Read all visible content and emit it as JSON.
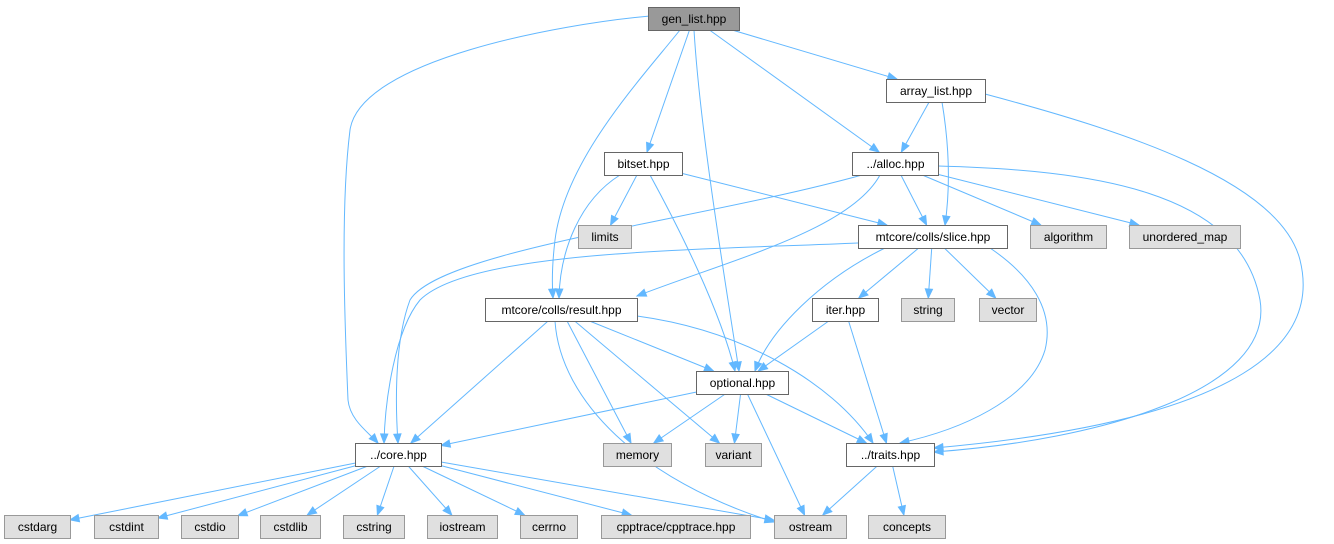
{
  "diagram": {
    "colors": {
      "edge": "#63b8ff",
      "root_fill": "#999999",
      "local_fill": "#ffffff",
      "system_fill": "#e0e0e0",
      "border": "#666666",
      "system_border": "#999999"
    },
    "nodes": [
      {
        "id": "gen_list",
        "label": "gen_list.hpp",
        "kind": "root"
      },
      {
        "id": "array_list",
        "label": "array_list.hpp",
        "kind": "local"
      },
      {
        "id": "bitset",
        "label": "bitset.hpp",
        "kind": "local"
      },
      {
        "id": "alloc",
        "label": "../alloc.hpp",
        "kind": "local"
      },
      {
        "id": "limits",
        "label": "limits",
        "kind": "system"
      },
      {
        "id": "slice",
        "label": "mtcore/colls/slice.hpp",
        "kind": "local"
      },
      {
        "id": "algorithm",
        "label": "algorithm",
        "kind": "system"
      },
      {
        "id": "unordered_map",
        "label": "unordered_map",
        "kind": "system"
      },
      {
        "id": "result",
        "label": "mtcore/colls/result.hpp",
        "kind": "local"
      },
      {
        "id": "iter",
        "label": "iter.hpp",
        "kind": "local"
      },
      {
        "id": "string",
        "label": "string",
        "kind": "system"
      },
      {
        "id": "vector",
        "label": "vector",
        "kind": "system"
      },
      {
        "id": "optional",
        "label": "optional.hpp",
        "kind": "local"
      },
      {
        "id": "core",
        "label": "../core.hpp",
        "kind": "local"
      },
      {
        "id": "memory",
        "label": "memory",
        "kind": "system"
      },
      {
        "id": "variant",
        "label": "variant",
        "kind": "system"
      },
      {
        "id": "traits",
        "label": "../traits.hpp",
        "kind": "local"
      },
      {
        "id": "cstdarg",
        "label": "cstdarg",
        "kind": "system"
      },
      {
        "id": "cstdint",
        "label": "cstdint",
        "kind": "system"
      },
      {
        "id": "cstdio",
        "label": "cstdio",
        "kind": "system"
      },
      {
        "id": "cstdlib",
        "label": "cstdlib",
        "kind": "system"
      },
      {
        "id": "cstring",
        "label": "cstring",
        "kind": "system"
      },
      {
        "id": "iostream",
        "label": "iostream",
        "kind": "system"
      },
      {
        "id": "cerrno",
        "label": "cerrno",
        "kind": "system"
      },
      {
        "id": "cpptrace",
        "label": "cpptrace/cpptrace.hpp",
        "kind": "system"
      },
      {
        "id": "ostream",
        "label": "ostream",
        "kind": "system"
      },
      {
        "id": "concepts",
        "label": "concepts",
        "kind": "system"
      }
    ],
    "edges": [
      {
        "from": "gen_list",
        "to": "core"
      },
      {
        "from": "gen_list",
        "to": "result"
      },
      {
        "from": "gen_list",
        "to": "bitset"
      },
      {
        "from": "gen_list",
        "to": "optional"
      },
      {
        "from": "gen_list",
        "to": "alloc"
      },
      {
        "from": "gen_list",
        "to": "array_list"
      },
      {
        "from": "array_list",
        "to": "alloc"
      },
      {
        "from": "array_list",
        "to": "slice"
      },
      {
        "from": "array_list",
        "to": "traits"
      },
      {
        "from": "bitset",
        "to": "result"
      },
      {
        "from": "bitset",
        "to": "limits"
      },
      {
        "from": "bitset",
        "to": "optional"
      },
      {
        "from": "bitset",
        "to": "slice"
      },
      {
        "from": "alloc",
        "to": "core"
      },
      {
        "from": "alloc",
        "to": "result"
      },
      {
        "from": "alloc",
        "to": "slice"
      },
      {
        "from": "alloc",
        "to": "algorithm"
      },
      {
        "from": "alloc",
        "to": "unordered_map"
      },
      {
        "from": "alloc",
        "to": "traits"
      },
      {
        "from": "slice",
        "to": "core"
      },
      {
        "from": "slice",
        "to": "optional"
      },
      {
        "from": "slice",
        "to": "iter"
      },
      {
        "from": "slice",
        "to": "string"
      },
      {
        "from": "slice",
        "to": "vector"
      },
      {
        "from": "slice",
        "to": "traits"
      },
      {
        "from": "result",
        "to": "core"
      },
      {
        "from": "result",
        "to": "optional"
      },
      {
        "from": "result",
        "to": "memory"
      },
      {
        "from": "result",
        "to": "variant"
      },
      {
        "from": "result",
        "to": "ostream"
      },
      {
        "from": "result",
        "to": "traits"
      },
      {
        "from": "iter",
        "to": "optional"
      },
      {
        "from": "iter",
        "to": "traits"
      },
      {
        "from": "optional",
        "to": "core"
      },
      {
        "from": "optional",
        "to": "memory"
      },
      {
        "from": "optional",
        "to": "variant"
      },
      {
        "from": "optional",
        "to": "ostream"
      },
      {
        "from": "optional",
        "to": "traits"
      },
      {
        "from": "core",
        "to": "cstdarg"
      },
      {
        "from": "core",
        "to": "cstdint"
      },
      {
        "from": "core",
        "to": "cstdio"
      },
      {
        "from": "core",
        "to": "cstdlib"
      },
      {
        "from": "core",
        "to": "cstring"
      },
      {
        "from": "core",
        "to": "iostream"
      },
      {
        "from": "core",
        "to": "cerrno"
      },
      {
        "from": "core",
        "to": "cpptrace"
      },
      {
        "from": "core",
        "to": "ostream"
      },
      {
        "from": "traits",
        "to": "ostream"
      },
      {
        "from": "traits",
        "to": "concepts"
      }
    ]
  }
}
